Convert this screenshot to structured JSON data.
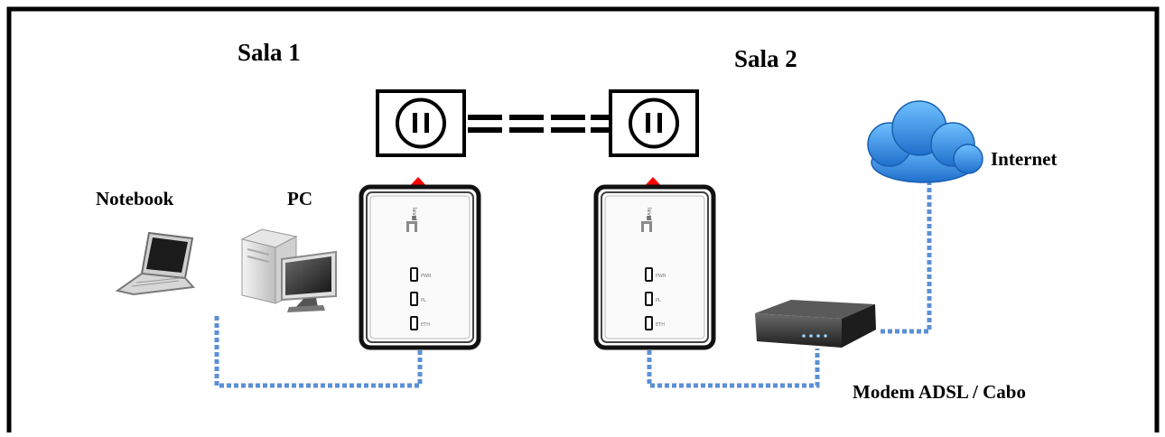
{
  "labels": {
    "sala1": "Sala 1",
    "sala2": "Sala 2",
    "internet": "Internet",
    "notebook": "Notebook",
    "pc": "PC",
    "modem": "Modem ADSL / Cabo"
  },
  "adapter": {
    "brand_top": "level",
    "brand_bottom": "one",
    "leds": [
      "PWR",
      "PL",
      "ETH"
    ]
  },
  "colors": {
    "border": "#000000",
    "arrow": "#ff0000",
    "ethernet_link": "#5b8fd6",
    "powerline_link": "#000000",
    "cloud": "#2f8ee0"
  }
}
